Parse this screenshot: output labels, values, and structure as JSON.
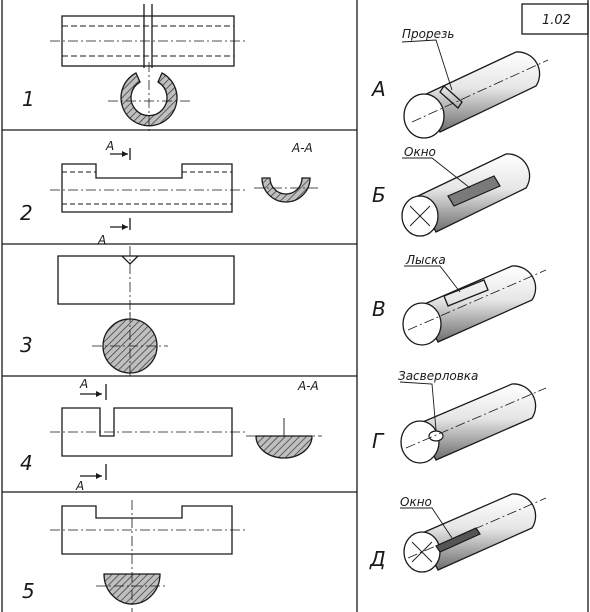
{
  "sheet_code": "1.02",
  "rows": [
    {
      "number": "1"
    },
    {
      "number": "2",
      "section_mark": "A",
      "section_title": "А-А"
    },
    {
      "number": "3"
    },
    {
      "number": "4",
      "section_mark": "А",
      "section_title": "А-А"
    },
    {
      "number": "5"
    }
  ],
  "pictorials": [
    {
      "letter": "А",
      "feature_label": "Прорезь"
    },
    {
      "letter": "Б",
      "feature_label": "Окно"
    },
    {
      "letter": "В",
      "feature_label": "Лыска"
    },
    {
      "letter": "Г",
      "feature_label": "Засверловка"
    },
    {
      "letter": "Д",
      "feature_label": "Окно"
    }
  ]
}
